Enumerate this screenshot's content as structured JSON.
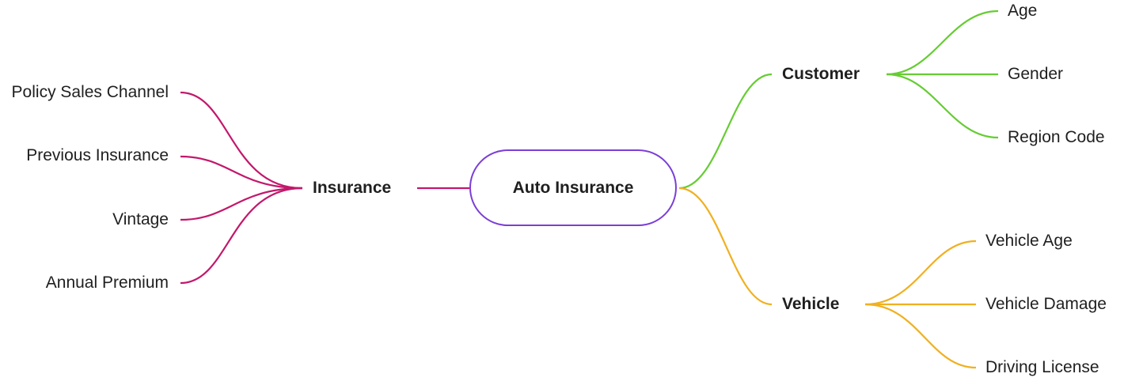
{
  "colors": {
    "root": "#7b3fd6",
    "insurance": "#c2186b",
    "customer": "#66cc33",
    "vehicle": "#f0b020"
  },
  "root": {
    "label": "Auto Insurance"
  },
  "branches": {
    "insurance": {
      "label": "Insurance",
      "children": [
        "Policy Sales Channel",
        "Previous Insurance",
        "Vintage",
        "Annual Premium"
      ]
    },
    "customer": {
      "label": "Customer",
      "children": [
        "Age",
        "Gender",
        "Region Code"
      ]
    },
    "vehicle": {
      "label": "Vehicle",
      "children": [
        "Vehicle Age",
        "Vehicle Damage",
        "Driving License"
      ]
    }
  }
}
